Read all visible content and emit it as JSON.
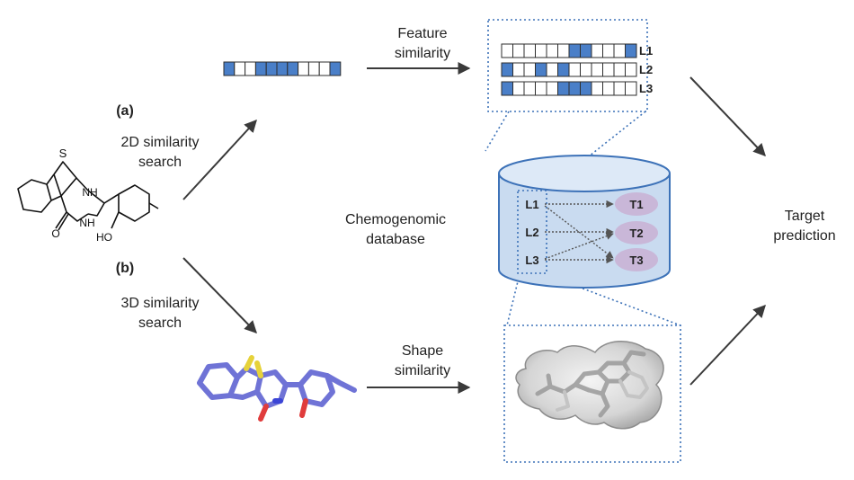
{
  "panel_a": {
    "tag": "(a)",
    "line1": "2D similarity",
    "line2": "search"
  },
  "panel_b": {
    "tag": "(b)",
    "line1": "3D similarity",
    "line2": "search"
  },
  "feature": {
    "line1": "Feature",
    "line2": "similarity"
  },
  "shape": {
    "line1": "Shape",
    "line2": "similarity"
  },
  "database": {
    "line1": "Chemogenomic",
    "line2": "database"
  },
  "target": {
    "line1": "Target",
    "line2": "prediction"
  },
  "molecule_atoms": {
    "S": "S",
    "NH1": "NH",
    "NH2": "NH",
    "O": "O",
    "HO": "HO"
  },
  "query_fingerprint": [
    1,
    0,
    0,
    1,
    1,
    1,
    1,
    0,
    0,
    0,
    1
  ],
  "ligand_fingerprints": [
    {
      "label": "L1",
      "bits": [
        0,
        0,
        0,
        0,
        0,
        0,
        1,
        1,
        0,
        0,
        0,
        1
      ]
    },
    {
      "label": "L2",
      "bits": [
        1,
        0,
        0,
        1,
        0,
        1,
        0,
        0,
        0,
        0,
        0,
        0
      ]
    },
    {
      "label": "L3",
      "bits": [
        1,
        0,
        0,
        0,
        0,
        1,
        1,
        1,
        0,
        0,
        0,
        0
      ]
    }
  ],
  "db_ligands": [
    "L1",
    "L2",
    "L3"
  ],
  "db_targets": [
    "T1",
    "T2",
    "T3"
  ],
  "colors": {
    "bit_on": "#4a7fc8",
    "cylinder": "#c9dbf0",
    "cylinder_stroke": "#3d72b8",
    "target_ellipse": "#c9b7d8",
    "arrow": "#3a3a3a",
    "dotted_box": "#3d72b8",
    "molecule_3d": "#7b7fd9"
  }
}
